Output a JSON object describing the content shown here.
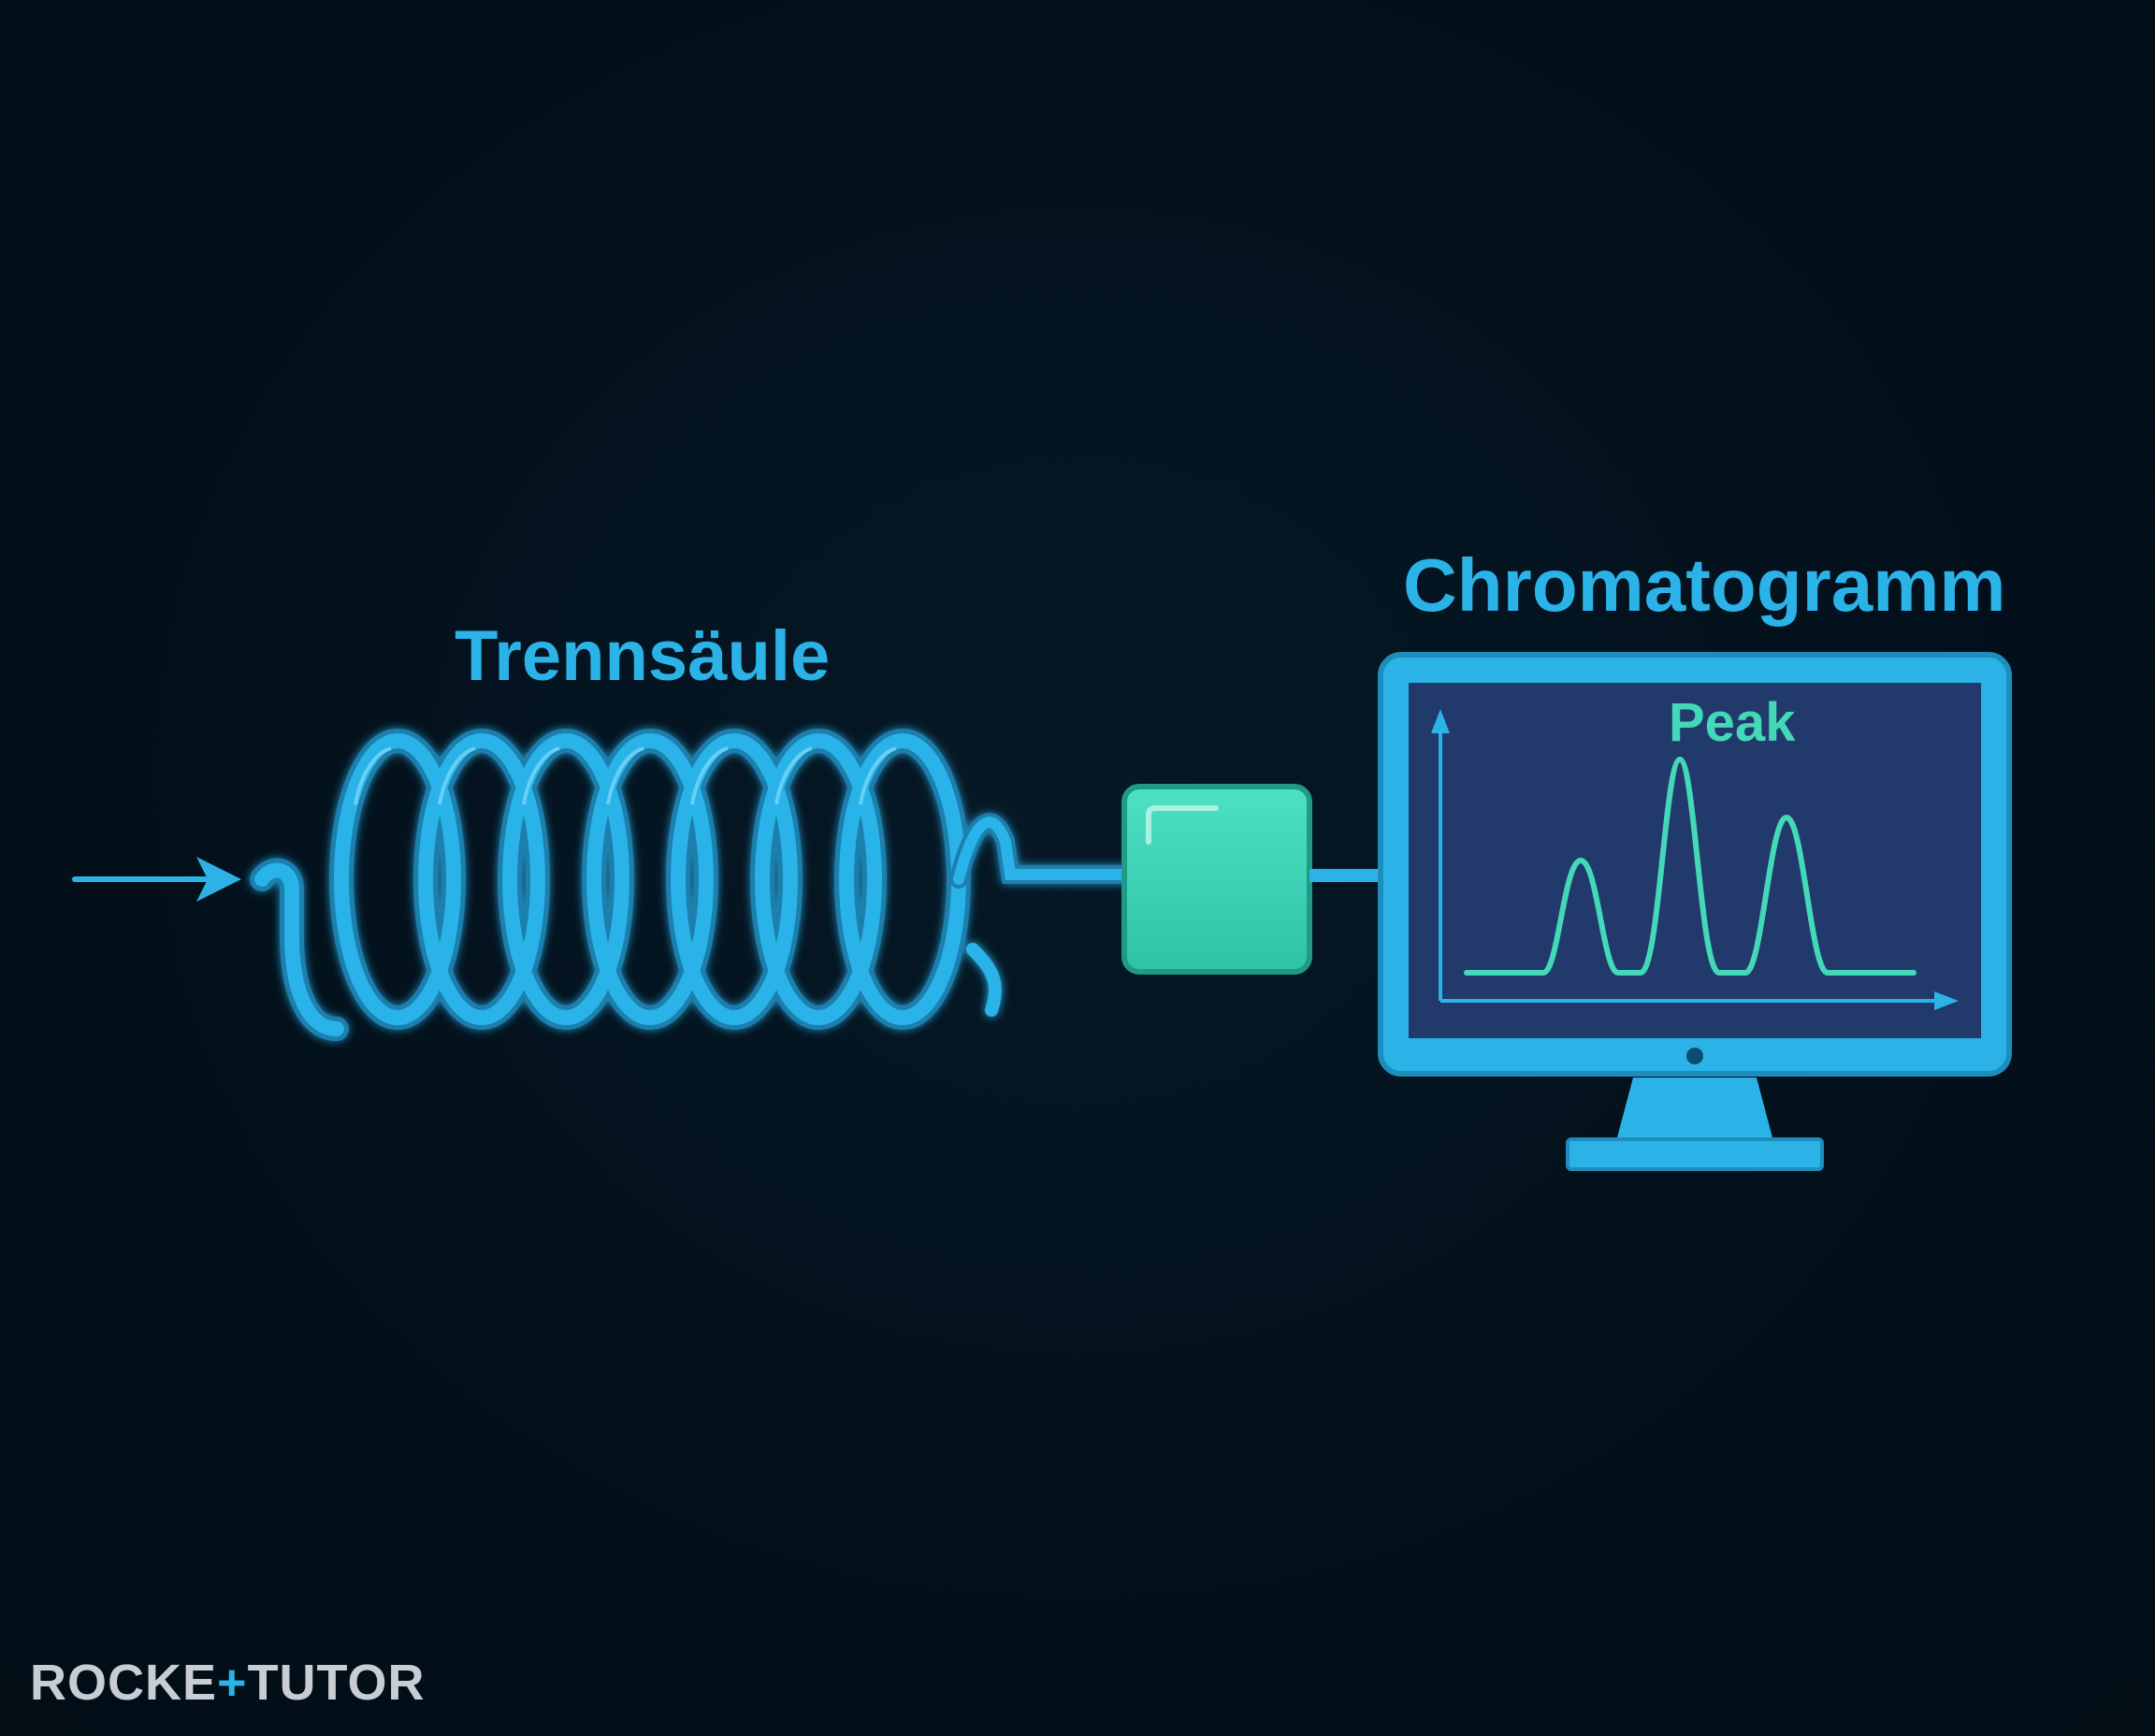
{
  "labels": {
    "column": "Trennsäule",
    "chromatogram": "Chromatogramm",
    "peak": "Peak"
  },
  "brand": {
    "left": "ROCKE",
    "plus": "+",
    "right": "TUTOR"
  },
  "icons": [
    "arrow-right-icon",
    "coil-column-icon",
    "detector-icon",
    "monitor-icon",
    "chromatogram-plot-icon"
  ],
  "colors": {
    "background": "#03111c",
    "tube": "#2bb3e8",
    "detector": "#3fd4b8",
    "screen": "#213a6b",
    "peaks": "#43d8b8",
    "brand_text": "#c7cdd3"
  }
}
